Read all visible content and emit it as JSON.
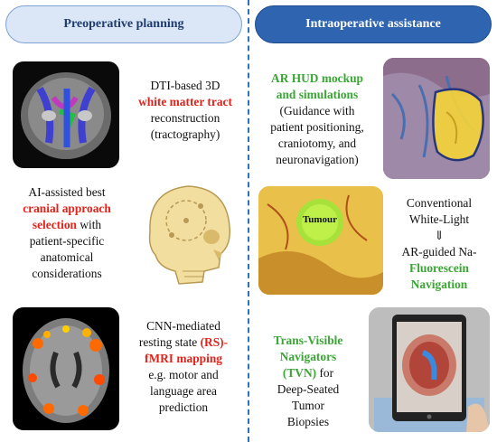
{
  "headers": {
    "left": "Preoperative planning",
    "right": "Intraoperative assistance"
  },
  "left_items": {
    "dti": {
      "line1": "DTI-based 3D",
      "highlight": "white matter tract",
      "line3": "reconstruction",
      "line4": "(tractography)"
    },
    "ai": {
      "line1": "AI-assisted best",
      "highlight1": "cranial approach",
      "highlight2": "selection",
      "rest2": " with",
      "line4": "patient-specific",
      "line5": "anatomical",
      "line6": "considerations"
    },
    "cnn": {
      "line1": "CNN-mediated",
      "line2_plain": "resting state ",
      "line2_red": "(RS)-",
      "line3_red": "fMRI mapping",
      "line4": "e.g. motor and",
      "line5": "language area",
      "line6": "prediction"
    }
  },
  "right_items": {
    "ar": {
      "highlight1": "AR HUD mockup",
      "highlight2": "and simulations",
      "line3": "(Guidance with",
      "line4": "patient positioning,",
      "line5": "craniotomy, and",
      "line6": "neuronavigation)"
    },
    "fluor": {
      "line1": "Conventional",
      "line2": "White-Light",
      "arrow": "⇓",
      "line4_plain": "AR-guided Na-",
      "line5_green": "Fluorescein",
      "line6_green": "Navigation",
      "tumour_label": "Tumour"
    },
    "tvn": {
      "highlight1": "Trans-Visible",
      "highlight2": "Navigators",
      "highlight3": "(TVN)",
      "rest3": " for",
      "line4": "Deep-Seated",
      "line5": "Tumor",
      "line6": "Biopsies"
    }
  }
}
